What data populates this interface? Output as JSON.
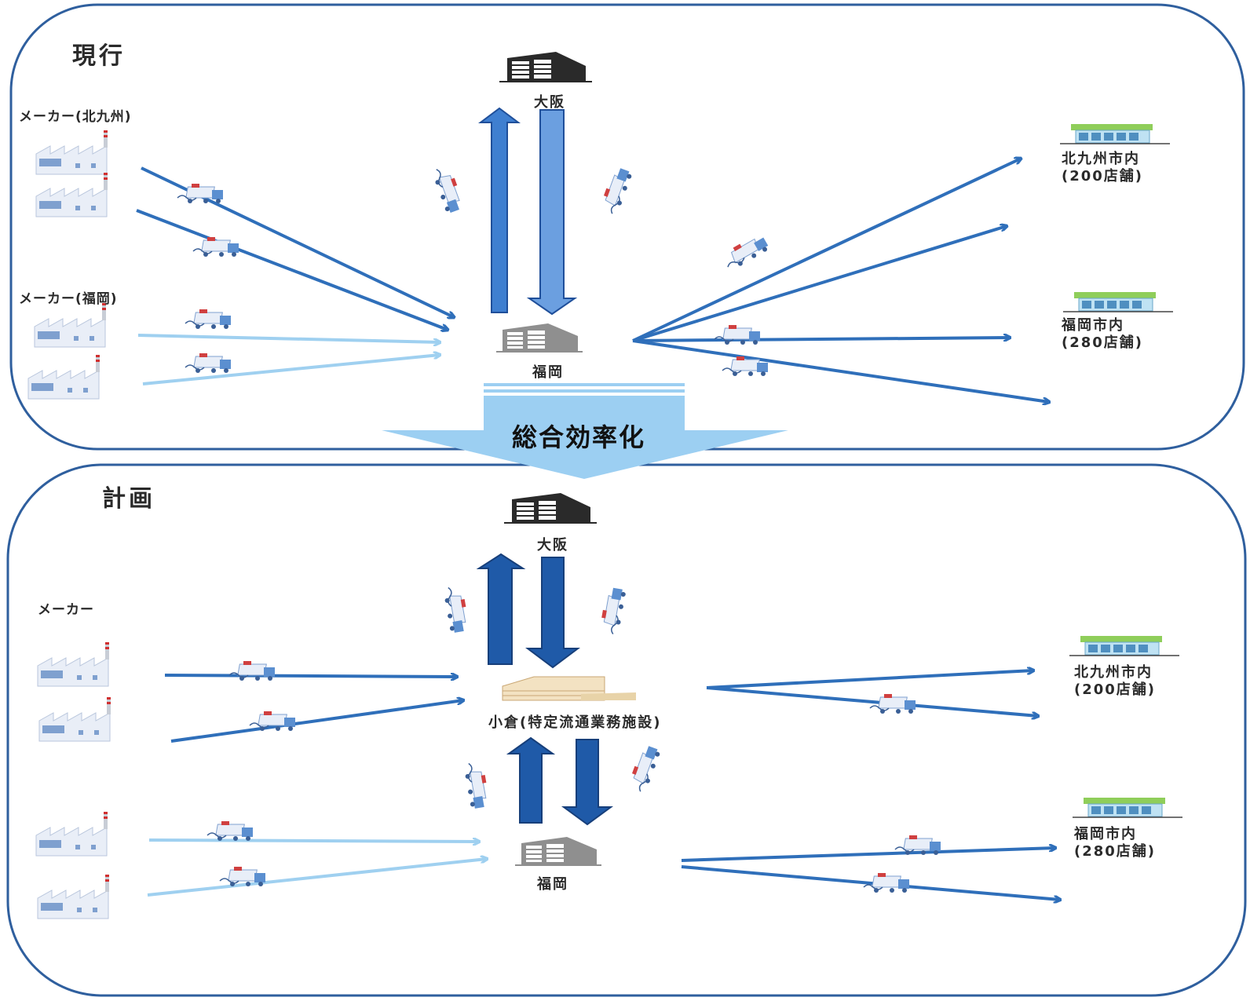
{
  "sections": {
    "current": {
      "title": "現行",
      "maker_kitakyushu": "メーカー(北九州)",
      "maker_fukuoka": "メーカー(福岡)",
      "osaka": "大阪",
      "fukuoka": "福岡",
      "store_kitakyushu_line1": "北九州市内",
      "store_kitakyushu_line2": "(200店舗)",
      "store_fukuoka_line1": "福岡市内",
      "store_fukuoka_line2": "(280店舗)"
    },
    "plan": {
      "title": "計画",
      "maker": "メーカー",
      "osaka": "大阪",
      "kokura": "小倉(特定流通業務施設)",
      "fukuoka": "福岡",
      "store_kitakyushu_line1": "北九州市内",
      "store_kitakyushu_line2": "(200店舗)",
      "store_fukuoka_line1": "福岡市内",
      "store_fukuoka_line2": "(280店舗)"
    }
  },
  "transition": {
    "label": "総合効率化"
  },
  "colors": {
    "arrow_dark": "#2f6fba",
    "arrow_light": "#9fd0f0",
    "frame": "#2f5f9e",
    "banner": "#9ccff2"
  }
}
